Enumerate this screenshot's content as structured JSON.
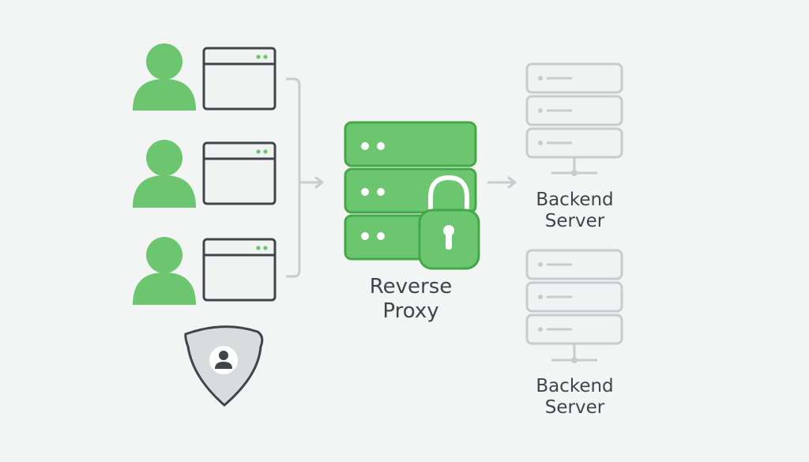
{
  "diagram": {
    "proxy": {
      "label_line1": "Reverse",
      "label_line2": "Proxy",
      "icon": "lock-icon"
    },
    "backends": [
      {
        "label_line1": "Backend",
        "label_line2": "Server"
      },
      {
        "label_line1": "Backend",
        "label_line2": "Server"
      }
    ],
    "clients": [
      {
        "icon": "user-icon"
      },
      {
        "icon": "user-icon"
      },
      {
        "icon": "user-icon"
      }
    ],
    "shield_icon": "shield-user-icon"
  },
  "colors": {
    "background": "#f3f4f4",
    "green": "#6cc56f",
    "green_dark": "#43a847",
    "gray_line": "#c7cccf",
    "outline_dark": "#3f464b",
    "server_fill": "#f1f3f3",
    "server_outline": "#c7cccf"
  }
}
